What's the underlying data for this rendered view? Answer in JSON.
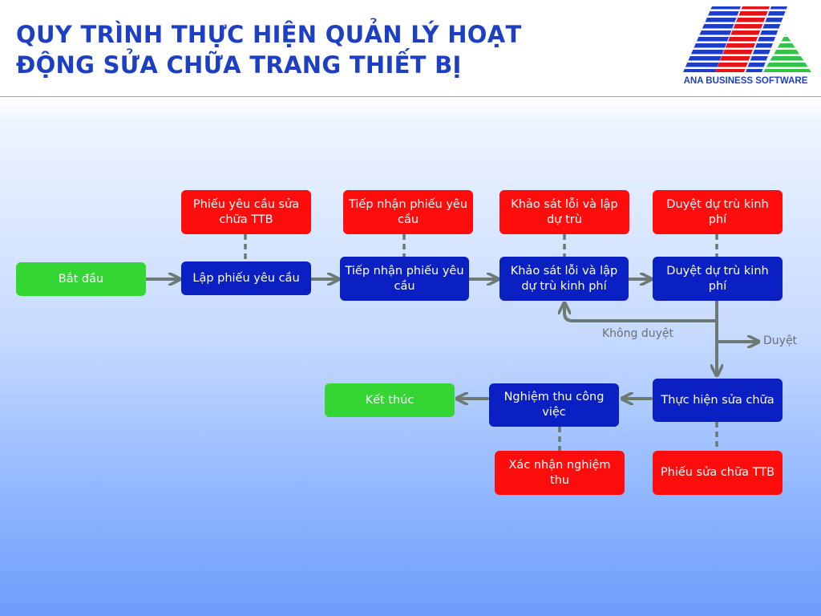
{
  "title": {
    "line1": "QUY TRÌNH THỰC HIỆN QUẢN LÝ HOẠT",
    "line2": "ĐỘNG SỬA CHỮA TRANG THIẾT BỊ"
  },
  "logo": {
    "text": "ANA BUSINESS SOFTWARE",
    "icon": "ana-logo-icon"
  },
  "colors": {
    "title": "#1d3fc4",
    "process": "#0a20c2",
    "document": "#ff0d0d",
    "terminal": "#33d633",
    "connector": "#6c7a73"
  },
  "nodes": {
    "start": "Bắt đầu",
    "create_request": "Lập phiếu yêu cầu",
    "receive_request": "Tiếp nhận phiếu yêu cầu",
    "survey": "Khảo sát lỗi và lập dự trù kinh phí",
    "approve": "Duyệt dự trù kinh phí",
    "repair": "Thực hiện sửa chữa",
    "acceptance": "Nghiệm thu công việc",
    "end": "Kết thúc"
  },
  "documents": {
    "request_form": "Phiếu yêu cầu sửa chữa TTB",
    "receive_form": "Tiếp nhận phiếu yêu cầu",
    "survey_form": "Khảo sát lỗi và lập dự trù",
    "approve_form": "Duyệt dự trù kinh phí",
    "repair_form": "Phiếu sửa chữa TTB",
    "acceptance_form": "Xác nhận nghiệm thu"
  },
  "labels": {
    "rejected": "Không duyệt",
    "approved": "Duyệt"
  }
}
